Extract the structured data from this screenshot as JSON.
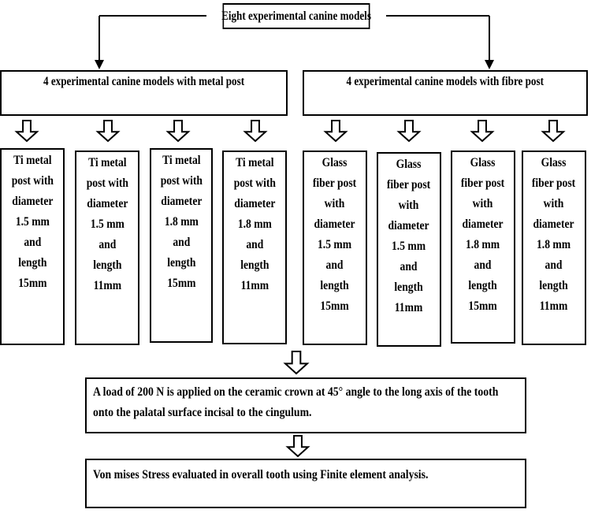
{
  "title": "Eight experimental canine models",
  "groups": {
    "metal": "4 experimental canine models with metal post",
    "fibre": "4 experimental canine models with fibre post"
  },
  "models": [
    {
      "lines": [
        "Ti metal",
        "post with",
        "diameter",
        "1.5 mm",
        "and",
        "length",
        "15mm"
      ]
    },
    {
      "lines": [
        "Ti metal",
        "post with",
        "diameter",
        "1.5 mm",
        "and",
        "length",
        "11mm"
      ]
    },
    {
      "lines": [
        "Ti metal",
        "post with",
        "diameter",
        "1.8 mm",
        "and",
        "length",
        "15mm"
      ]
    },
    {
      "lines": [
        "Ti metal",
        "post with",
        "diameter",
        "1.8 mm",
        "and",
        "length",
        "11mm"
      ]
    },
    {
      "lines": [
        "Glass",
        "fiber post",
        "with",
        "diameter",
        "1.5 mm",
        "and",
        "length",
        "15mm"
      ]
    },
    {
      "lines": [
        "Glass",
        "fiber post",
        "with",
        "diameter",
        "1.5 mm",
        "and",
        "length",
        "11mm"
      ]
    },
    {
      "lines": [
        "Glass",
        "fiber post",
        "with",
        "diameter",
        "1.8 mm",
        "and",
        "length",
        "15mm"
      ]
    },
    {
      "lines": [
        "Glass",
        "fiber post",
        "with",
        "diameter",
        "1.8 mm",
        "and",
        "length",
        "11mm"
      ]
    }
  ],
  "load": {
    "line1": "A load of 200 N is applied on the ceramic crown at 45° angle to the long axis of the tooth",
    "line2": "onto the palatal surface incisal to the cingulum."
  },
  "result": "Von mises Stress evaluated in overall tooth using Finite element analysis."
}
